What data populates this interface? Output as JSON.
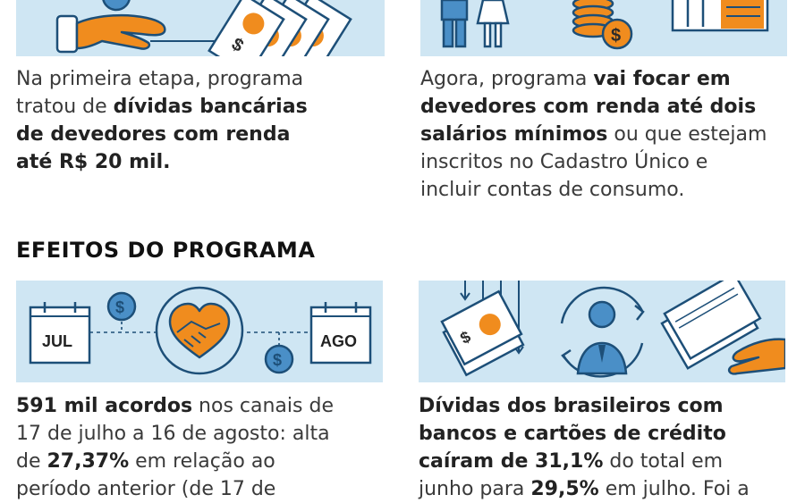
{
  "top_left": {
    "lines": [
      [
        {
          "t": "Na primeira etapa, programa",
          "b": false
        }
      ],
      [
        {
          "t": "tratou de ",
          "b": false
        },
        {
          "t": "dívidas bancárias",
          "b": true
        }
      ],
      [
        {
          "t": "de devedores com renda",
          "b": true
        }
      ],
      [
        {
          "t": "até R$ 20 mil.",
          "b": true
        }
      ]
    ]
  },
  "top_right": {
    "lines": [
      [
        {
          "t": "Agora, programa ",
          "b": false
        },
        {
          "t": "vai focar em",
          "b": true
        }
      ],
      [
        {
          "t": "devedores com renda até dois",
          "b": true
        }
      ],
      [
        {
          "t": "salários mínimos",
          "b": true
        },
        {
          "t": " ou que estejam",
          "b": false
        }
      ],
      [
        {
          "t": "inscritos no Cadastro Único e",
          "b": false
        }
      ],
      [
        {
          "t": "incluir contas de consumo.",
          "b": false
        }
      ]
    ]
  },
  "section": {
    "title": "EFEITOS DO PROGRAMA"
  },
  "calendar": {
    "month_from": "JUL",
    "month_to": "AGO"
  },
  "currency_symbol": "$",
  "bottom_left": {
    "lines": [
      [
        {
          "t": "591 mil acordos",
          "b": true
        },
        {
          "t": " nos canais de",
          "b": false
        }
      ],
      [
        {
          "t": "17 de julho a 16 de agosto: alta",
          "b": false
        }
      ],
      [
        {
          "t": "de ",
          "b": false
        },
        {
          "t": "27,37%",
          "b": true
        },
        {
          "t": " em relação ao",
          "b": false
        }
      ],
      [
        {
          "t": "período anterior (de 17 de",
          "b": false
        }
      ]
    ]
  },
  "bottom_right": {
    "lines": [
      [
        {
          "t": "Dívidas dos brasileiros com",
          "b": true
        }
      ],
      [
        {
          "t": "bancos e cartões de crédito",
          "b": true
        }
      ],
      [
        {
          "t": "caíram de 31,1%",
          "b": true
        },
        {
          "t": " do total em",
          "b": false
        }
      ],
      [
        {
          "t": "junho para ",
          "b": false
        },
        {
          "t": "29,5%",
          "b": true
        },
        {
          "t": " em julho. Foi a",
          "b": false
        }
      ]
    ]
  },
  "colors": {
    "panel": "#cfe6f3",
    "accent_orange": "#f08c1e",
    "accent_blue": "#4a8fc7",
    "dark_navy": "#1d4f78"
  }
}
